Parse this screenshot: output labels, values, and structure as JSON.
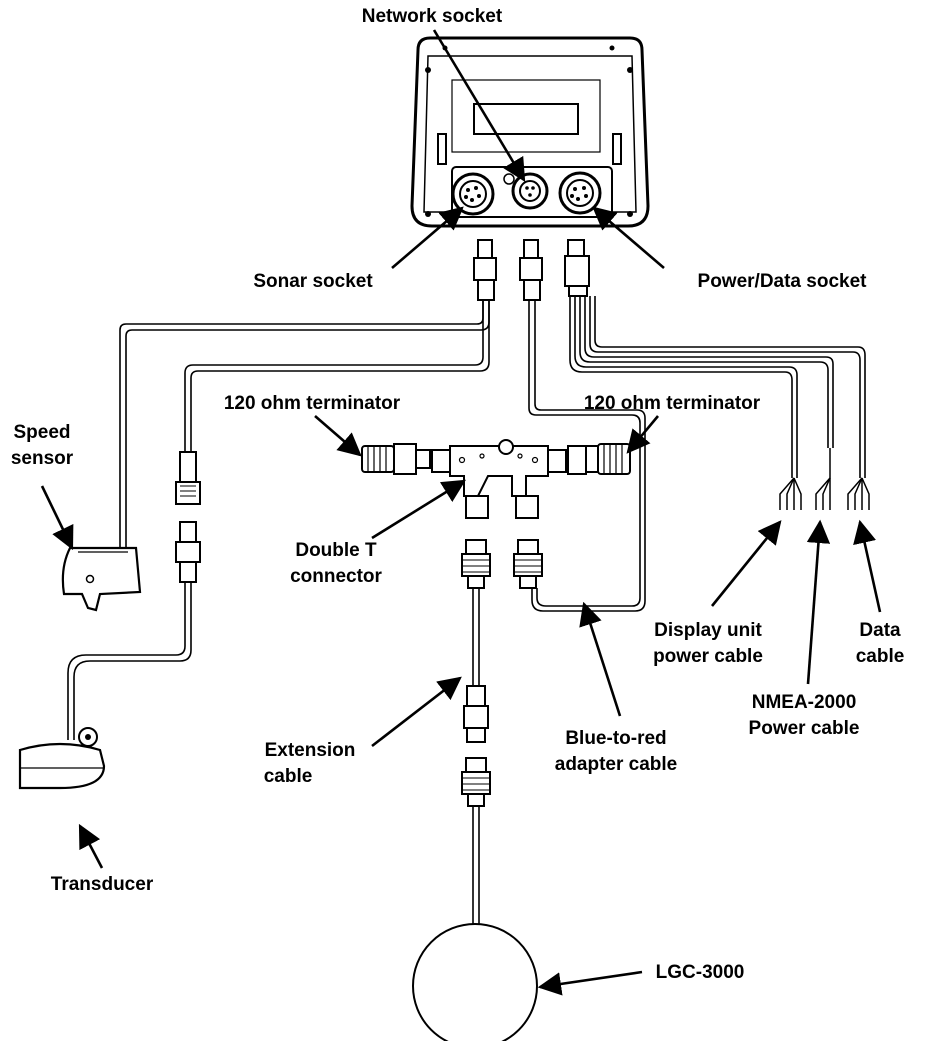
{
  "labels": {
    "network_socket": "Network socket",
    "sonar_socket": "Sonar socket",
    "power_data_socket": "Power/Data socket",
    "terminator_left": "120 ohm terminator",
    "terminator_right": "120 ohm terminator",
    "speed_sensor": [
      "Speed",
      "sensor"
    ],
    "double_t": [
      "Double T",
      "connector"
    ],
    "display_power": [
      "Display unit",
      "power cable"
    ],
    "data_cable": [
      "Data",
      "cable"
    ],
    "nmea_power": [
      "NMEA-2000",
      "Power cable"
    ],
    "blue_to_red": [
      "Blue-to-red",
      "adapter cable"
    ],
    "extension": [
      "Extension",
      "cable"
    ],
    "transducer": "Transducer",
    "lgc": "LGC-3000"
  }
}
